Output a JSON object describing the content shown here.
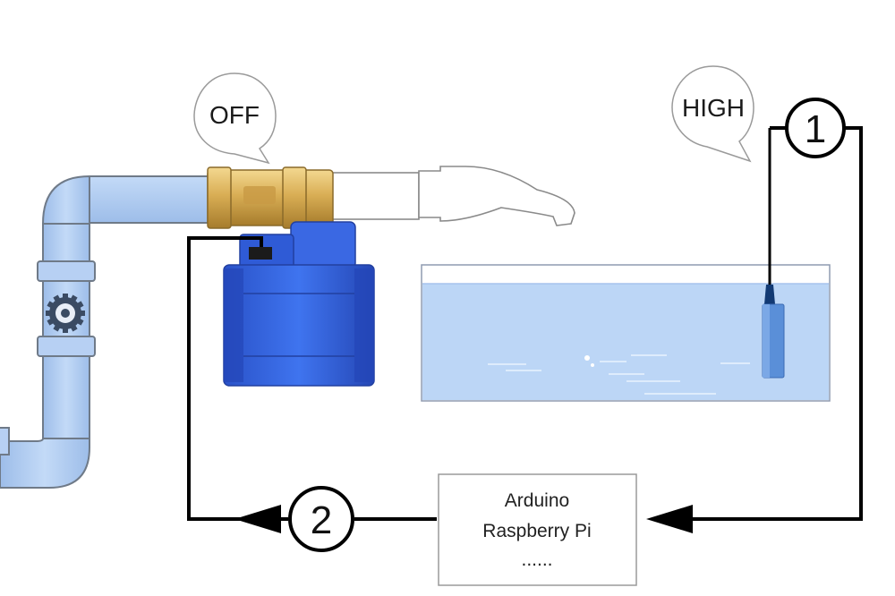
{
  "valve_state_label": "OFF",
  "level_state_label": "HIGH",
  "steps": {
    "sensor_step": "1",
    "valve_step": "2"
  },
  "controller": {
    "line1": "Arduino",
    "line2": "Raspberry Pi",
    "line3": "......"
  },
  "colors": {
    "pipe": "#aac8f0",
    "pipe_outline": "#6f7a88",
    "brass": "#d8b060",
    "actuator": "#2f5ed8",
    "water": "#bcd6f6",
    "wire": "#000000"
  }
}
